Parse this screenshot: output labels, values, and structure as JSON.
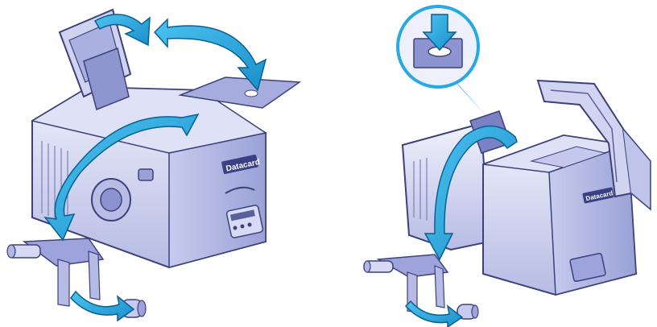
{
  "figure": {
    "left_printer": {
      "brand_label": "Datacard",
      "steps": [
        "open-top-cover",
        "lift-cleaning-sleeve-lid",
        "swing-front-assembly",
        "remove-cleaning-roller"
      ]
    },
    "right_printer": {
      "brand_label": "Datacard",
      "steps": [
        "press-release-button",
        "rotate-assembly",
        "remove-cleaning-roller"
      ]
    },
    "colors": {
      "printer_light": "#e4e6f6",
      "printer_mid": "#b9bfe6",
      "printer_dark": "#5a5f9a",
      "outline": "#3c417a",
      "arrow_fill": "#27a9e1",
      "arrow_stroke": "#0b5f8e",
      "callout_ring": "#27a9e1",
      "badge": "#3b3f86"
    },
    "icons": [
      "curved-arrow-icon",
      "down-arrow-icon",
      "roller-icon"
    ]
  }
}
